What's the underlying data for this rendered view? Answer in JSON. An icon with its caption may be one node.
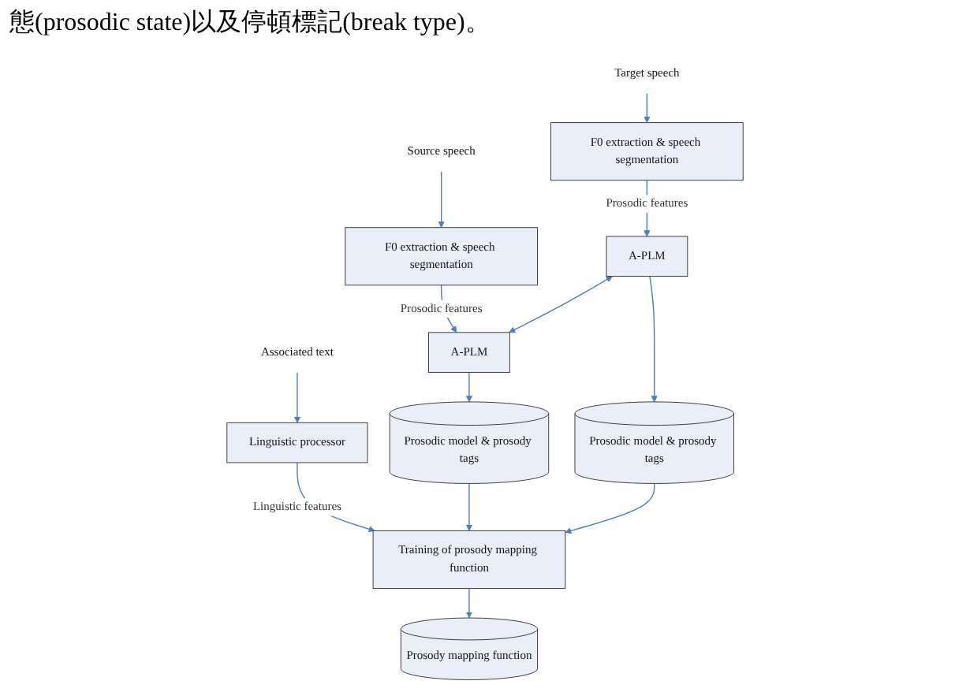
{
  "diagram": {
    "nodes": [
      {
        "text": [
          "Target speech"
        ]
      },
      {
        "text": [
          "Associated text"
        ]
      },
      {
        "text": [
          "Source speech"
        ]
      },
      {
        "text": [
          "F0 extraction & speech segmentation"
        ]
      },
      {
        "text": [
          "Linguistic processor"
        ]
      },
      {
        "text": [
          "F0 extraction & speech segmentation"
        ]
      },
      {
        "text": [
          "A-PLM"
        ]
      },
      {
        "text": [
          "A-PLM"
        ]
      },
      {
        "text": [
          "Prosodic model & prosody tags"
        ]
      },
      {
        "text": [
          "Training of prosody mapping function"
        ]
      },
      {
        "text": [
          "Prosodic model & prosody tags"
        ]
      },
      {
        "text": [
          "Prosody mapping function"
        ]
      }
    ],
    "edges": [
      {
        "from": 0,
        "to": 3,
        "arrow": "to"
      },
      {
        "from": 1,
        "to": 4,
        "arrow": "to"
      },
      {
        "from": 2,
        "to": 5,
        "arrow": "to"
      },
      {
        "from": 3,
        "to": 6,
        "arrow": "to",
        "label": "Prosodic features"
      },
      {
        "from": 4,
        "to": 9,
        "arrow": "to",
        "label": "Linguistic features"
      },
      {
        "from": 5,
        "to": 7,
        "arrow": "to",
        "label": "Prosodic features"
      },
      {
        "from": 6,
        "to": 7,
        "arrow": "both"
      },
      {
        "from": 6,
        "to": 8,
        "arrow": "to"
      },
      {
        "from": 7,
        "to": 10,
        "arrow": "to"
      },
      {
        "from": 8,
        "to": 9,
        "arrow": "to"
      },
      {
        "from": 10,
        "to": 9,
        "arrow": "to"
      },
      {
        "from": 9,
        "to": 11,
        "arrow": "to"
      }
    ],
    "labels": [
      "態(prosodic state)以及停頓標記(break type)。"
    ]
  }
}
